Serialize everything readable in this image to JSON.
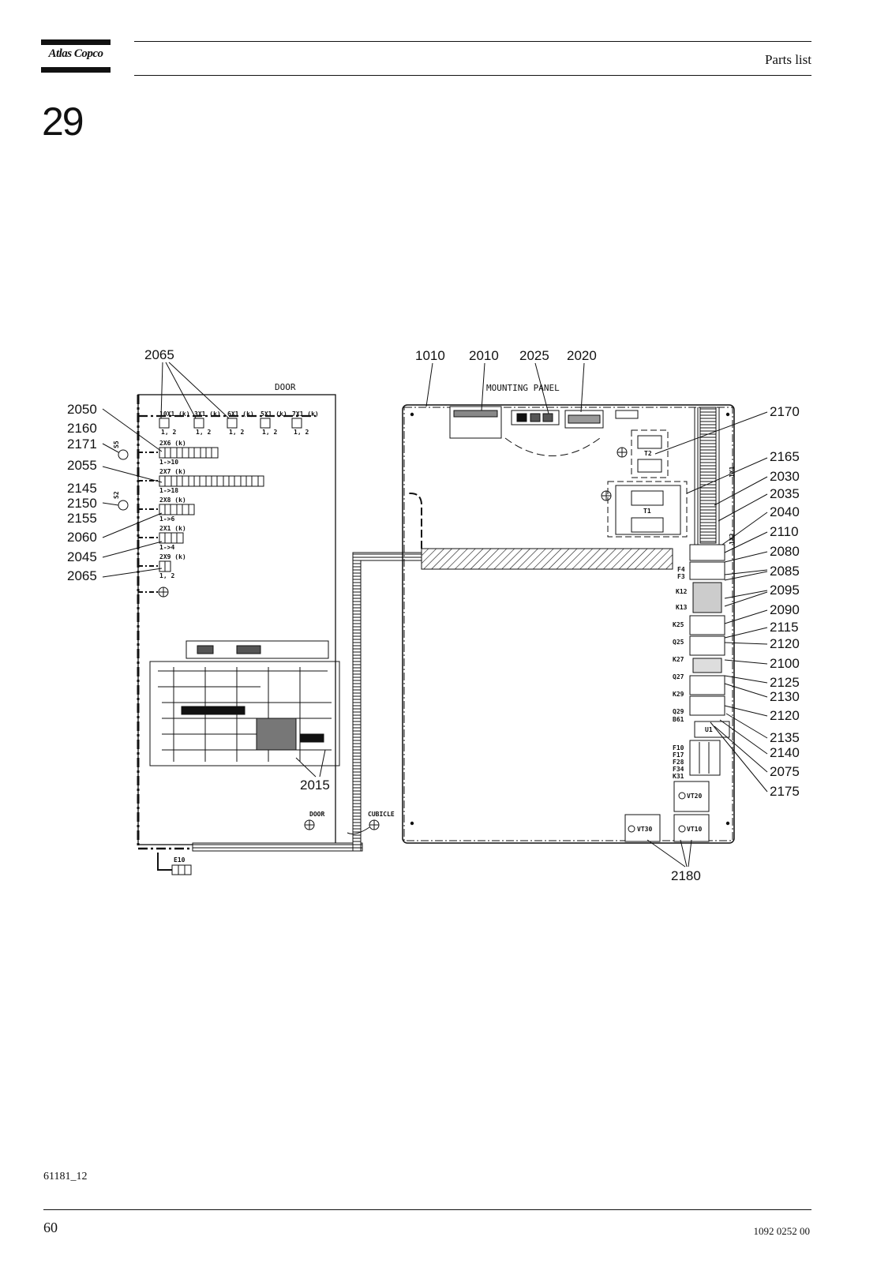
{
  "header": {
    "logo_text": "Atlas Copco",
    "section_title": "Parts list"
  },
  "section_number": "29",
  "drawing": {
    "labels": {
      "door_top": "DOOR",
      "mounting_panel": "MOUNTING PANEL",
      "door_bottom": "DOOR",
      "cubicle": "CUBICLE",
      "t1": "T1",
      "t2": "T2",
      "u1": "U1",
      "vt20": "VT20",
      "vt10": "VT10",
      "vt30": "VT30",
      "e10": "E10",
      "s5": "S5",
      "s2": "S2",
      "x1_side": "1X1",
      "x2_side": "1X2"
    },
    "terminals": [
      "10X1 (k)",
      "3X1 (k)",
      "6X1 (k)",
      "5X1 (k)",
      "7X1 (k)"
    ],
    "terminal_pins": "1, 2",
    "blocks": [
      {
        "name": "2X6 (k)",
        "range": "1->10"
      },
      {
        "name": "2X7 (k)",
        "range": "1->18"
      },
      {
        "name": "2X8 (k)",
        "range": "1->6"
      },
      {
        "name": "2X1 (k)",
        "range": "1->4"
      },
      {
        "name": "2X9 (k)",
        "range": "1, 2"
      }
    ],
    "component_tags": [
      "F4",
      "F3",
      "K12",
      "K13",
      "K25",
      "Q25",
      "K27",
      "Q27",
      "K29",
      "Q29",
      "B61",
      "F10",
      "F17",
      "F28",
      "F34",
      "K31"
    ],
    "callouts_left": [
      "2050",
      "2160",
      "2171",
      "2055",
      "2145",
      "2150",
      "2155",
      "2060",
      "2045",
      "2065"
    ],
    "callout_top_left": "2065",
    "callouts_top": [
      "1010",
      "2010",
      "2025",
      "2020"
    ],
    "callouts_right": [
      "2170",
      "2165",
      "2030",
      "2035",
      "2040",
      "2110",
      "2080",
      "2085",
      "2095",
      "2090",
      "2115",
      "2120",
      "2100",
      "2125",
      "2130",
      "2120",
      "2135",
      "2140",
      "2075",
      "2175"
    ],
    "callout_2015": "2015",
    "callout_2180": "2180"
  },
  "footer": {
    "drawing_id": "61181_12",
    "page_number": "60",
    "document_number": "1092 0252 00"
  }
}
